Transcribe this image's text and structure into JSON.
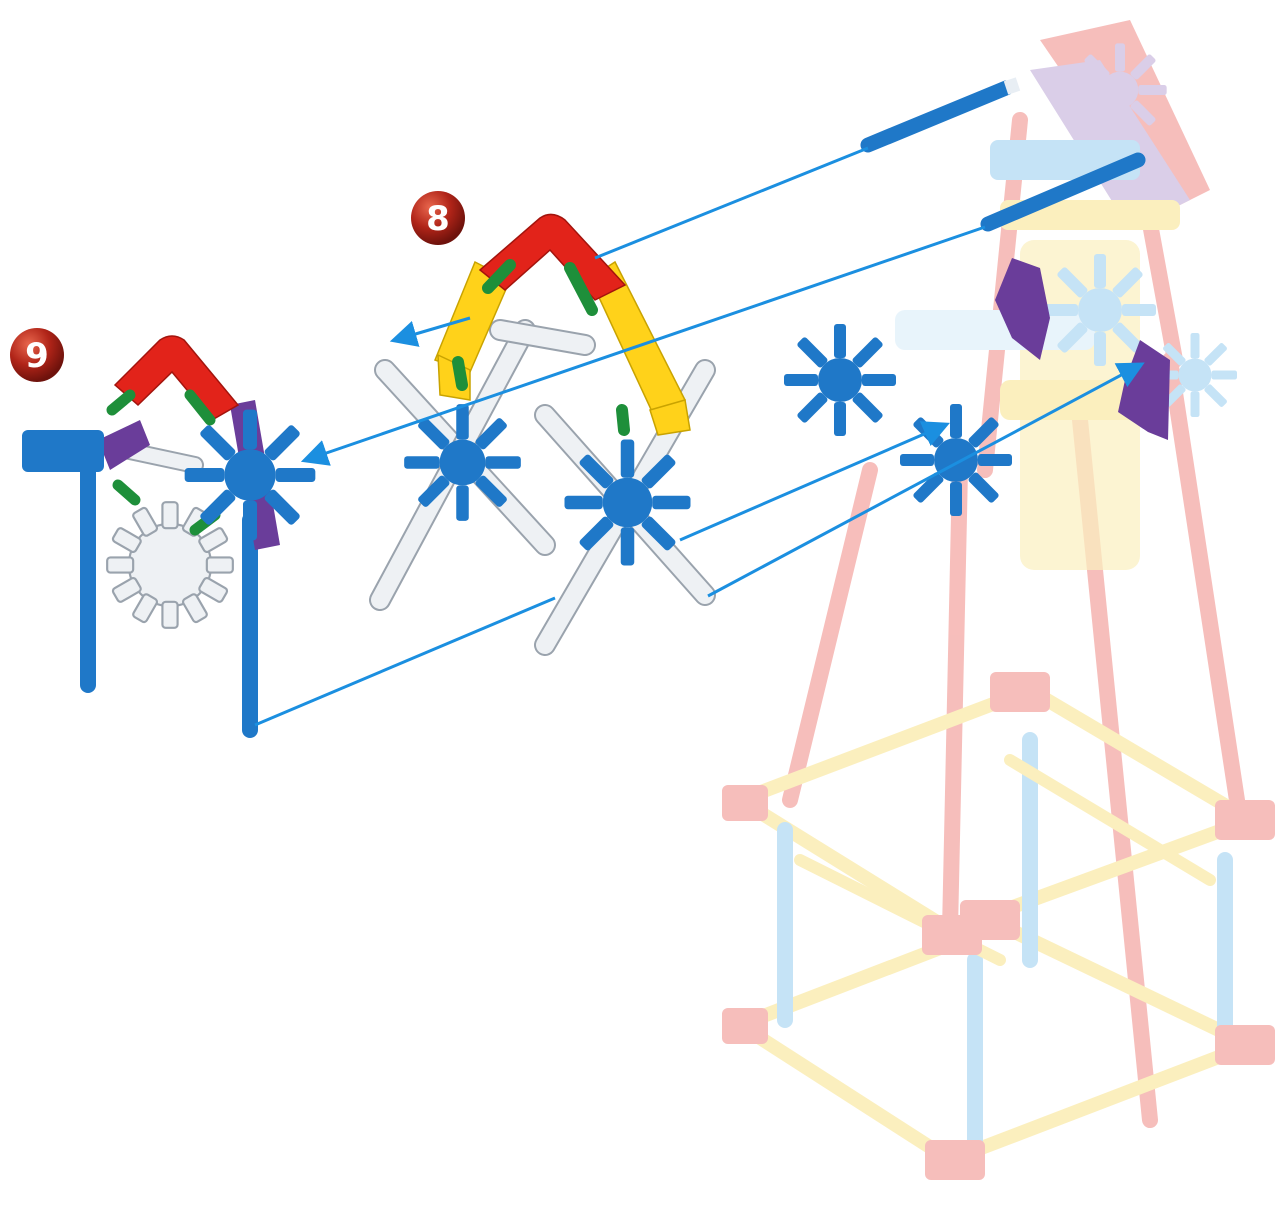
{
  "steps": [
    {
      "number": "9"
    },
    {
      "number": "8"
    }
  ],
  "colors": {
    "red": "#e2231a",
    "yellow": "#ffd21a",
    "blue": "#1f78c8",
    "purple": "#6a3d9a",
    "green": "#1e8f3a",
    "white_part": "#eef1f4",
    "white_outline": "#9aa3ad",
    "arrow": "#1b8fe0",
    "badge": "#b02418",
    "faded_red": "#f6b7b4",
    "faded_yellow": "#fbeeb8",
    "faded_blue": "#bfe0f6",
    "faded_purple": "#d6c9e6"
  },
  "icons": {
    "step_badge": "numbered-circle",
    "connector": "knex-connector",
    "rod": "knex-rod",
    "gear": "spur-gear",
    "assembly_arrow": "arrow-line"
  }
}
